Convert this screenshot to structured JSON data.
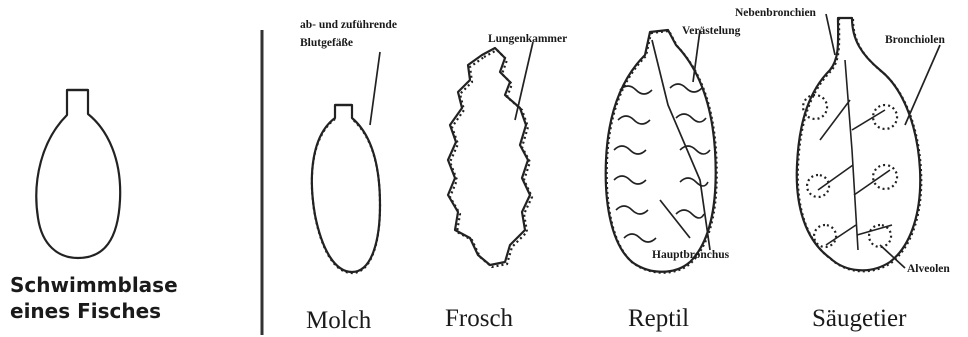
{
  "captions": {
    "schwimmblase_line1": "Schwimmblase",
    "schwimmblase_line2": "eines Fisches",
    "molch": "Molch",
    "frosch": "Frosch",
    "reptil": "Reptil",
    "saeugetier": "Säugetier"
  },
  "labels": {
    "blutgefaesse_line1": "ab- und zuführende",
    "blutgefaesse_line2": "Blutgefäße",
    "lungenkammer": "Lungenkammer",
    "veraestelung": "Verästelung",
    "hauptbronchus": "Hauptbronchus",
    "nebenbronchien": "Nebenbronchien",
    "bronchiolen": "Bronchiolen",
    "alveolen": "Alveolen"
  }
}
